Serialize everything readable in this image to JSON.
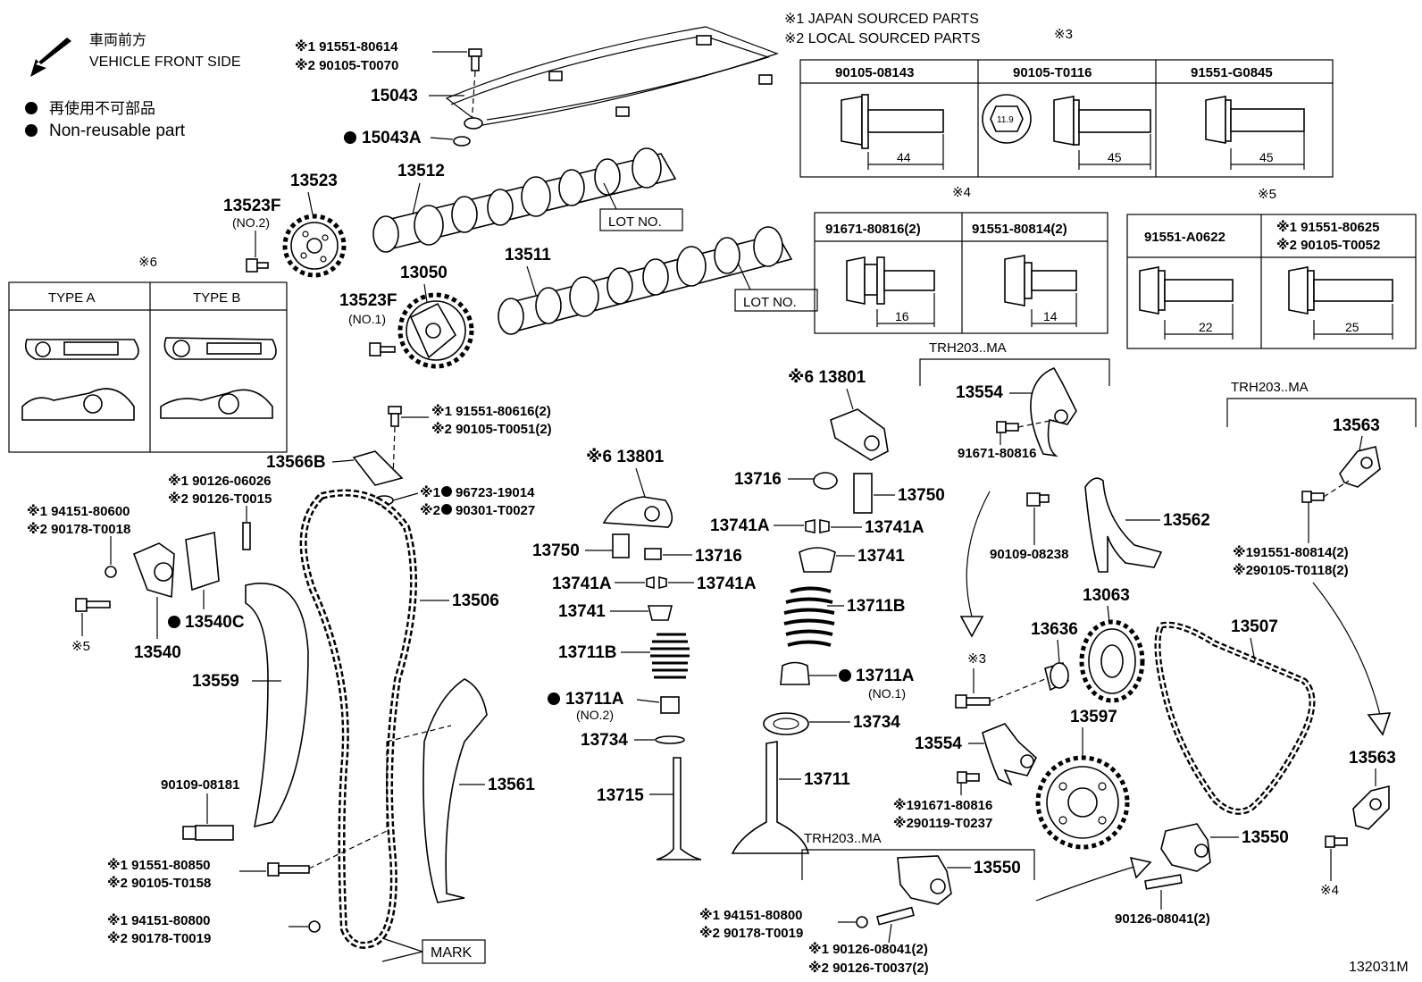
{
  "header": {
    "front_jp": "車両前方",
    "front_en": "VEHICLE FRONT SIDE",
    "nonreuse_jp": "再使用不可部品",
    "nonreuse_en": "Non-reusable part",
    "note1": "※1 JAPAN SOURCED PARTS",
    "note2": "※2 LOCAL SOURCED PARTS",
    "mark3": "※3",
    "mark4": "※4",
    "mark5": "※5",
    "mark6": "※6"
  },
  "table3": {
    "cols": [
      {
        "pn": "90105-08143",
        "len": "44"
      },
      {
        "pn": "90105-T0116",
        "len": "45",
        "nut": "11.9"
      },
      {
        "pn": "91551-G0845",
        "len": "45"
      }
    ]
  },
  "table4": {
    "cols": [
      {
        "pn": "91671-80816(2)",
        "len": "16"
      },
      {
        "pn": "91551-80814(2)",
        "len": "14"
      }
    ]
  },
  "table5": {
    "cols": [
      {
        "pn": "91551-A0622",
        "len": "22"
      },
      {
        "pn1": "※1 91551-80625",
        "pn2": "※2 90105-T0052",
        "len": "25"
      }
    ]
  },
  "table6": {
    "a": "TYPE A",
    "b": "TYPE B"
  },
  "labels": {
    "p15043_1": "※1 91551-80614",
    "p15043_2": "※2 90105-T0070",
    "p15043": "15043",
    "p15043a": "15043A",
    "p13512": "13512",
    "p13523": "13523",
    "p13523f2": "13523F",
    "no2": "(NO.2)",
    "p13523f1": "13523F",
    "no1": "(NO.1)",
    "p13050": "13050",
    "p13511": "13511",
    "lot1": "LOT NO.",
    "lot2": "LOT NO.",
    "b616_1": "※1 91551-80616(2)",
    "b616_2": "※2 90105-T0051(2)",
    "p13566b": "13566B",
    "g019_1": "※1",
    "g019_1v": "96723-19014",
    "g019_2": "※2",
    "g019_2v": "90301-T0027",
    "s026_1": "※1 90126-06026",
    "s026_2": "※2 90126-T0015",
    "n600_1": "※1  94151-80600",
    "n600_2": "※2  90178-T0018",
    "p13540c": "13540C",
    "p13540": "13540",
    "mark5b": "※5",
    "p13559": "13559",
    "p13506": "13506",
    "p13561": "13561",
    "b181": "90109-08181",
    "b850_1": "※1  91551-80850",
    "b850_2": "※2  90105-T0158",
    "n800_1": "※1  94151-80800",
    "n800_2": "※2  90178-T0019",
    "mark": "MARK",
    "r13801a": "※6 13801",
    "r13801b": "※6 13801",
    "p13716a": "13716",
    "p13750a": "13750",
    "p13741aa": "13741A",
    "p13741ab": "13741A",
    "p13741a": "13741",
    "p13711ba": "13711B",
    "p13711aa": "13711A",
    "no1b": "(NO.1)",
    "p13734a": "13734",
    "p13711": "13711",
    "p13750b": "13750",
    "p13716b": "13716",
    "p13741ac": "13741A",
    "p13741ad": "13741A",
    "p13741b": "13741",
    "p13711bb": "13711B",
    "p13711ab": "13711A",
    "no2b": "(NO.2)",
    "p13734b": "13734",
    "p13715": "13715",
    "trh1": "TRH203..MA",
    "trh2": "TRH203..MA",
    "trh3": "TRH203..MA",
    "p13554a": "13554",
    "b816": "91671-80816",
    "b238": "90109-08238",
    "p13562": "13562",
    "mark3b": "※3",
    "p13636": "13636",
    "p13063": "13063",
    "p13597": "13597",
    "p13554b": "13554",
    "b816b_1": "※191671-80816",
    "b816b_2": "※290119-T0237",
    "p13550a": "13550",
    "n800b_1": "※1  94151-80800",
    "n800b_2": "※2  90178-T0019",
    "s041_1": "※1  90126-08041(2)",
    "s041_2": "※2  90126-T0037(2)",
    "p13563a": "13563",
    "b814_1": "※191551-80814(2)",
    "b814_2": "※290105-T0118(2)",
    "p13507": "13507",
    "p13563b": "13563",
    "p13550b": "13550",
    "s041b": "90126-08041(2)",
    "mark4b": "※4",
    "fig": "132031M"
  }
}
